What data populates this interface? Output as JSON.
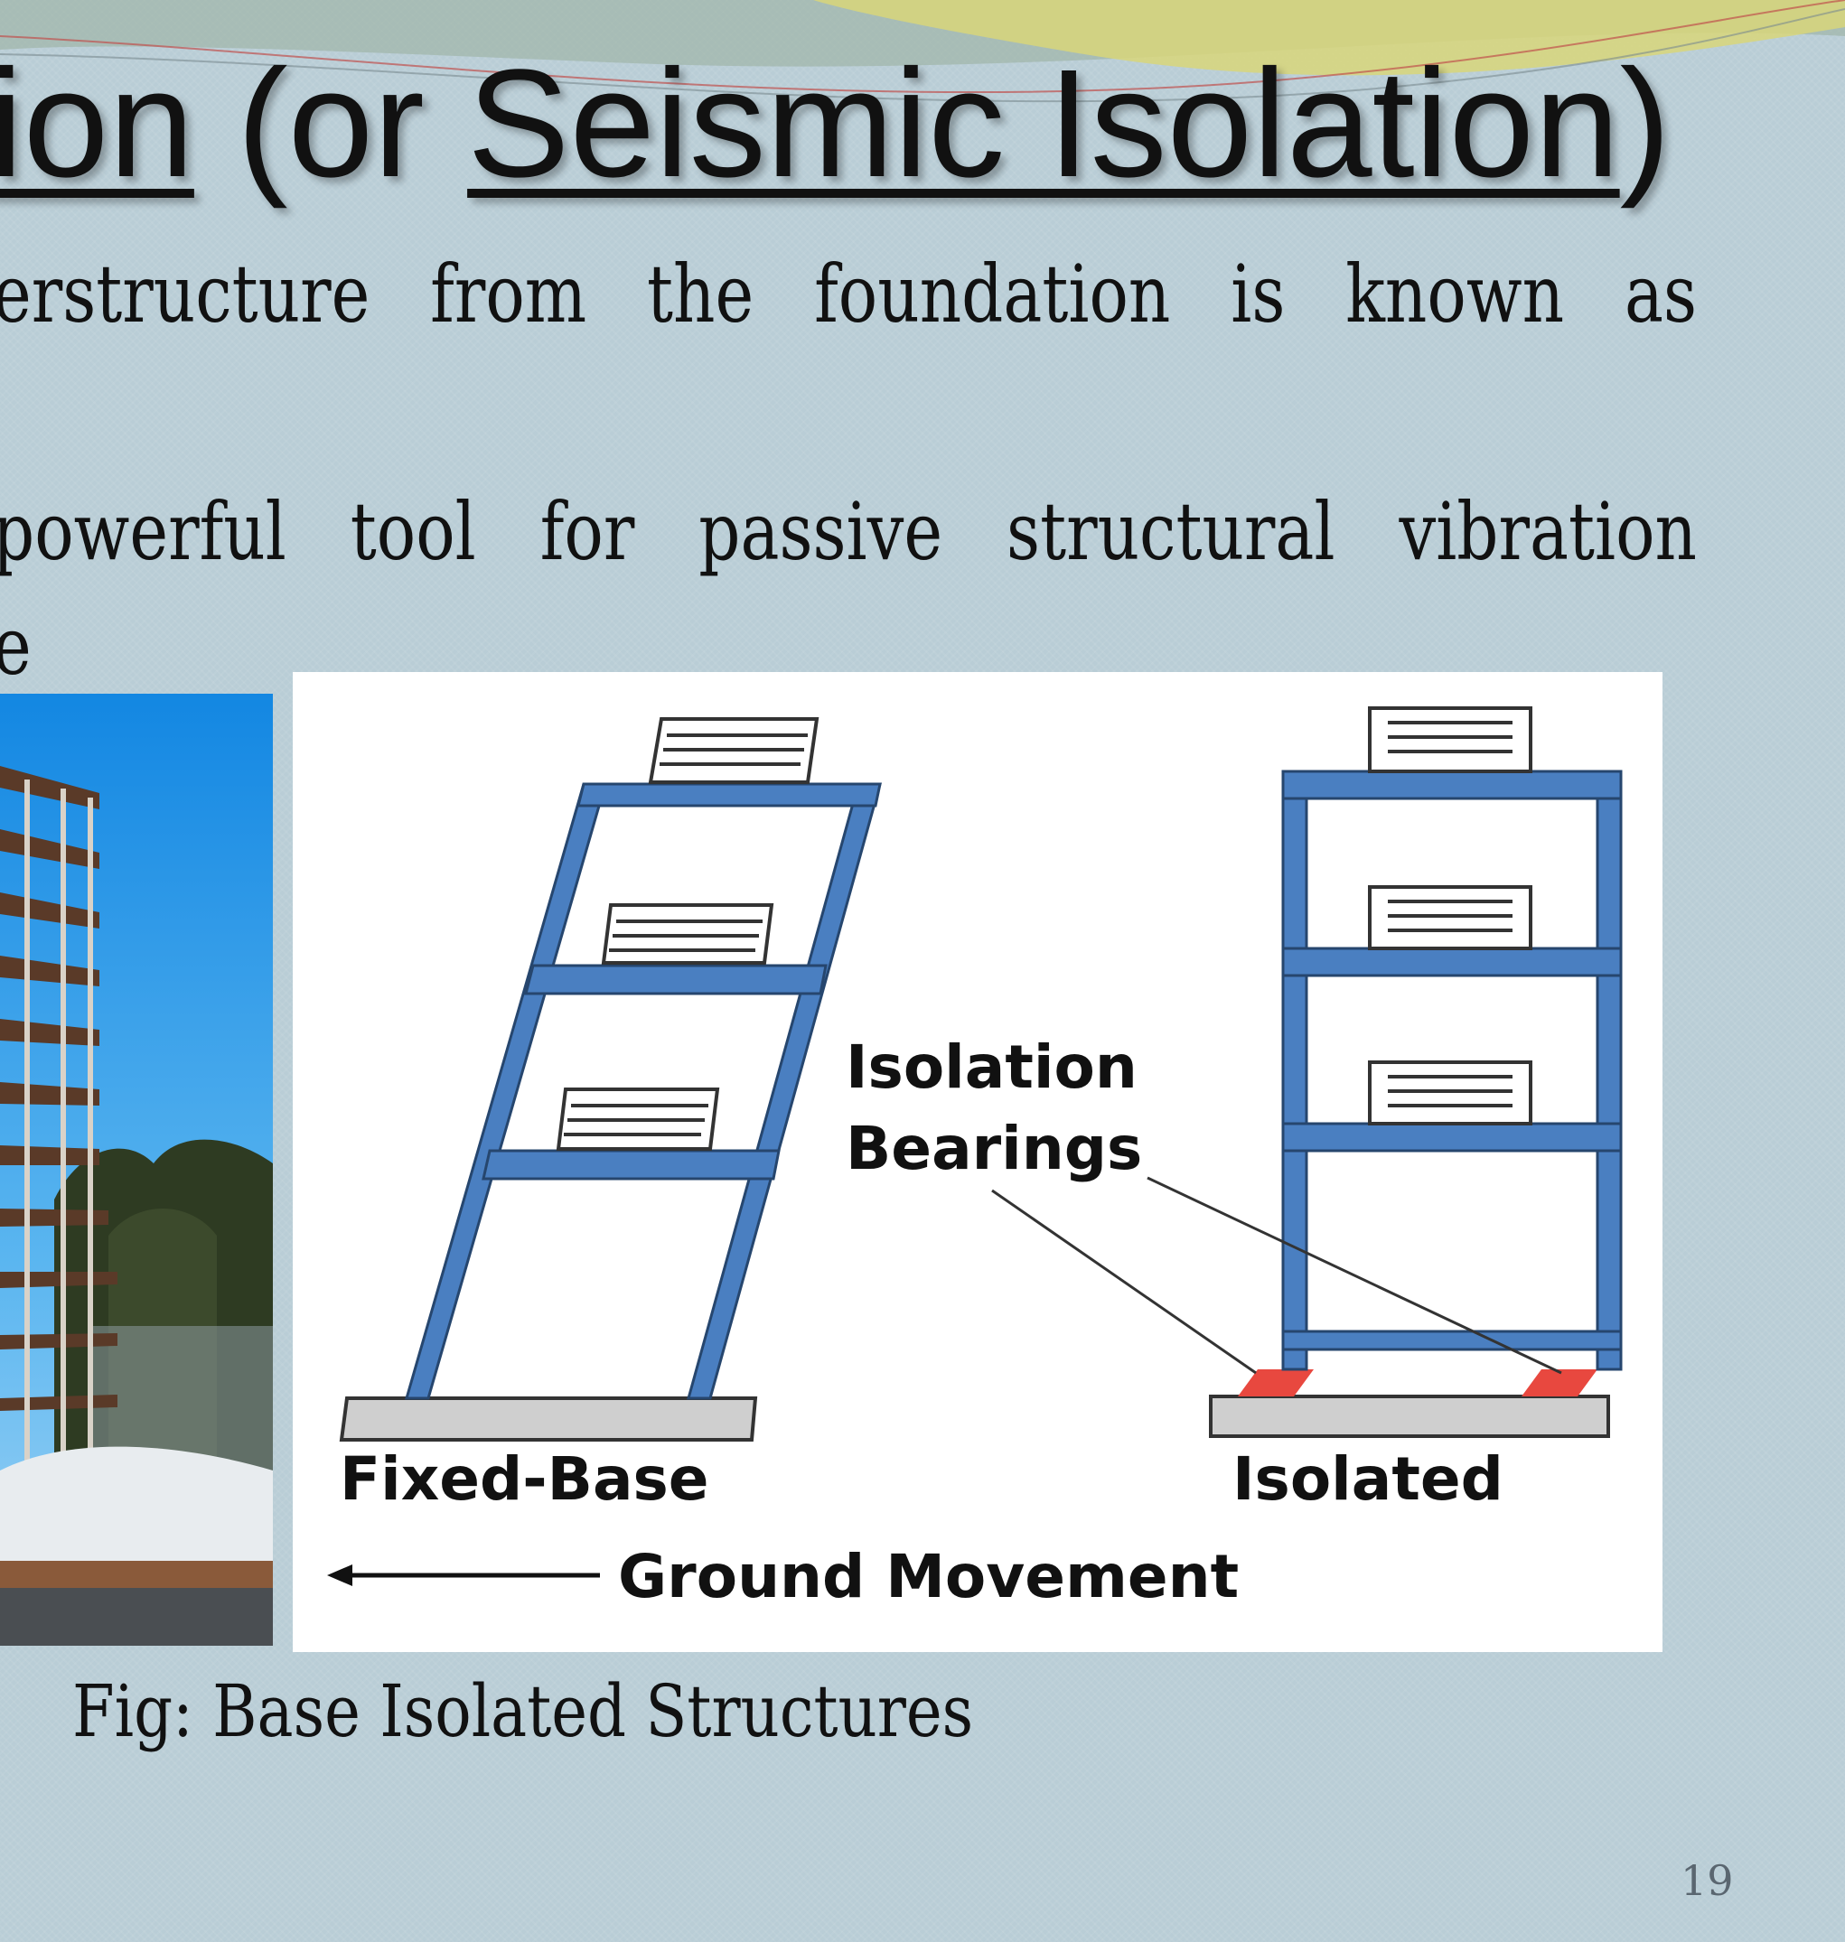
{
  "slide": {
    "title": {
      "part1": "ion",
      "part2": " (or ",
      "part3": "Seismic Isolation",
      "part4": ")"
    },
    "body_lines": [
      "erstructure from the foundation is known as",
      "powerful tool for passive structural vibration",
      "e"
    ],
    "diagram": {
      "label_isolation": "Isolation",
      "label_bearings": "Bearings",
      "label_fixed_base": "Fixed-Base",
      "label_isolated": "Isolated",
      "label_ground_movement": "Ground Movement"
    },
    "caption": "Fig: Base Isolated Structures",
    "slide_number": "19"
  },
  "colors": {
    "background": "#b9cdd6",
    "frame_blue": "#4a7fc1",
    "bearing_red": "#e8483f",
    "ground_gray": "#cfcfcf",
    "sky_blue": "#1d8fe6"
  },
  "icons": {
    "photo": "building-photo",
    "arrow": "arrow-left-icon"
  }
}
